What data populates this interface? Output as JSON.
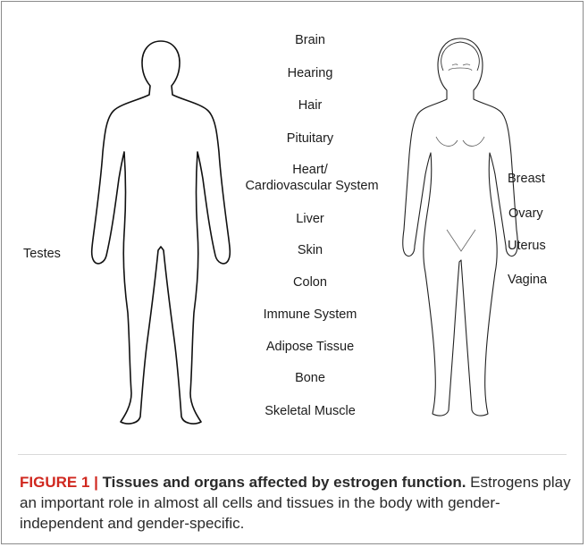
{
  "common_targets": [
    "Brain",
    "Hearing",
    "Hair",
    "Pituitary",
    "Heart/",
    "Cardiovascular System",
    "Liver",
    "Skin",
    "Colon",
    "Immune System",
    "Adipose Tissue",
    "Bone",
    "Skeletal Muscle"
  ],
  "male_targets": [
    "Testes"
  ],
  "female_targets": [
    "Breast",
    "Ovary",
    "Uterus",
    "Vagina"
  ],
  "caption": {
    "prefix": "FIGURE 1 | ",
    "title": "Tissues and organs affected by estrogen function.",
    "text": " Estrogens play an important role in almost all cells and tissues in the body with gender-independent and gender-specific."
  },
  "colors": {
    "caption_prefix": "#d0281f",
    "outline": "#111111"
  }
}
